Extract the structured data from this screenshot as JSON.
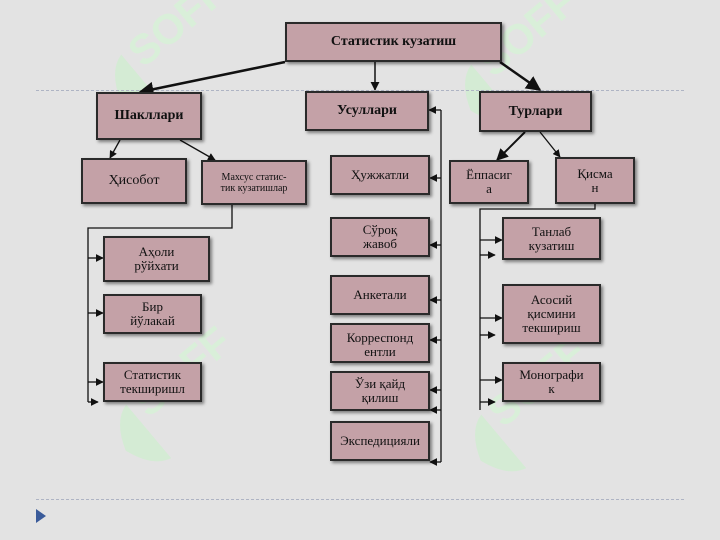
{
  "root": "Статистик кузатиш",
  "categories": {
    "forms": "Шакллари",
    "methods": "Усуллари",
    "types": "Турлари"
  },
  "forms": {
    "report": "Ҳисобот",
    "special": "Махсус статис-\nтик кузатишлар",
    "census": "Аҳоли\nрўйхати",
    "oneday": "Бир\nйўлакай",
    "stat_survey": "Статистик\nтекширишл"
  },
  "methods": {
    "documentary": "Ҳужжатли",
    "interview": "Сўроқ\nжавоб",
    "questionnaire": "Анкетали",
    "correspondent": "Корреспонд\nентли",
    "self_registration": "Ўзи қайд\nқилиш",
    "expedition": "Экспедицияли"
  },
  "types": {
    "continuous": "Ёппасиг\nа",
    "partial": "Қисма\nн",
    "sample": "Танлаб\nкузатиш",
    "main_part": "Асосий\nқисмини\nтекшириш",
    "monograph": "Монографи\nк"
  },
  "watermark": "SOFF",
  "colors": {
    "box_fill": "#c4a1a7",
    "border": "#2a2a2a",
    "background": "#e3e3e3",
    "watermark": "#d4f5d6",
    "nav_arrow": "#3a5b9a"
  }
}
